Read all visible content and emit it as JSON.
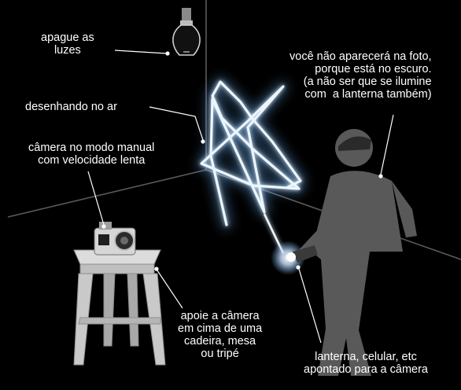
{
  "labels": {
    "lights_off": "apague as\nluzes",
    "drawing_in_air": "desenhando no ar",
    "camera_manual": "câmera no modo manual\ncom velocidade lenta",
    "invisible_person": "você não aparecerá na foto,\nporque está no escuro.\n(a não ser que se ilumine\ncom  a lanterna também)",
    "support_camera": "apoie a câmera\nem cima de uma\ncadeira, mesa\nou tripé",
    "flashlight": "lanterna, celular, etc\napontado para a câmera"
  },
  "colors": {
    "background": "#000000",
    "room_lines": "#5a5a5a",
    "light_trail": "#eaf6ff",
    "light_glow": "#6fb7ff",
    "stool": "#c9c9c9",
    "person": "#595959",
    "text": "#ffffff"
  },
  "icons": {
    "bulb": "light-bulb-icon",
    "camera": "camera-icon",
    "stool": "stool-icon",
    "person": "person-silhouette-icon",
    "flashlight": "flashlight-icon"
  }
}
